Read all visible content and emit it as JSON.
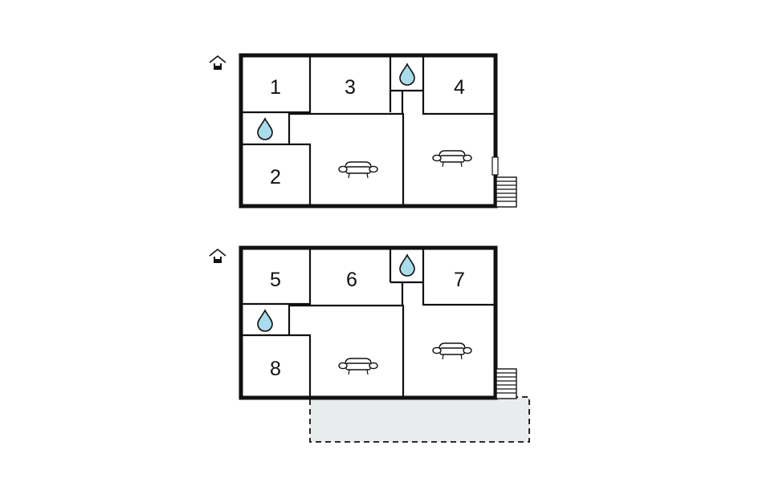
{
  "floors": [
    {
      "rooms": [
        {
          "id": "room-1",
          "number": "1"
        },
        {
          "id": "room-2",
          "number": "2"
        },
        {
          "id": "room-3",
          "number": "3"
        },
        {
          "id": "room-4",
          "number": "4"
        }
      ],
      "icons": [
        "house-entry-icon",
        "bathroom-drop-icon",
        "sofa-icon",
        "stairs-icon",
        "door-icon"
      ]
    },
    {
      "rooms": [
        {
          "id": "room-5",
          "number": "5"
        },
        {
          "id": "room-6",
          "number": "6"
        },
        {
          "id": "room-7",
          "number": "7"
        },
        {
          "id": "room-8",
          "number": "8"
        }
      ],
      "icons": [
        "house-entry-icon",
        "bathroom-drop-icon",
        "sofa-icon",
        "stairs-icon",
        "terrace-area"
      ]
    }
  ],
  "colors": {
    "wall": "#111111",
    "water": "#a9dceb",
    "terrace": "#e8ecec",
    "background": "#ffffff"
  }
}
